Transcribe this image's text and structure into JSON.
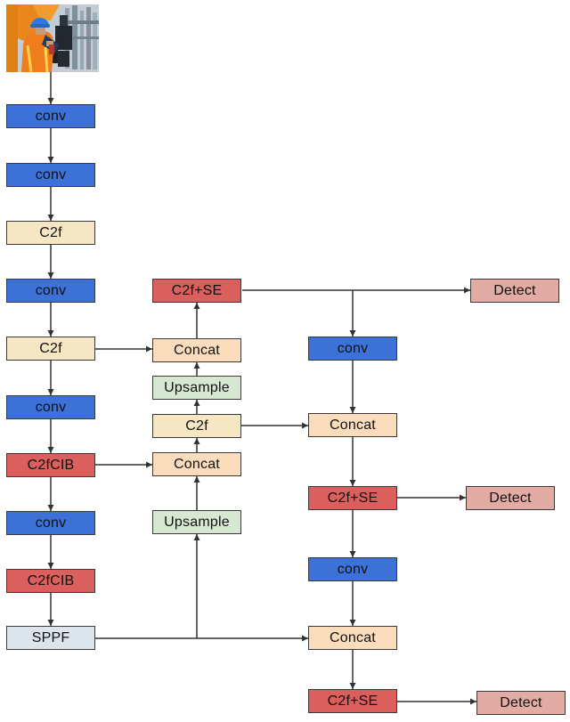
{
  "image": {
    "name": "construction-worker-photo"
  },
  "colors": {
    "conv": "#3c71d8",
    "c2f": "#f5e7c3",
    "c2fcib": "#db5f5c",
    "c2fse": "#db5f5c",
    "concat": "#fbddbe",
    "upsample": "#d7e8d2",
    "sppf": "#dce4ec",
    "detect": "#e2aba4",
    "arrow": "#333333"
  },
  "nodes": {
    "b1": {
      "label": "conv"
    },
    "b2": {
      "label": "conv"
    },
    "b3": {
      "label": "C2f"
    },
    "b4": {
      "label": "conv"
    },
    "b5": {
      "label": "C2f"
    },
    "b6": {
      "label": "conv"
    },
    "b7": {
      "label": "C2fCIB"
    },
    "b8": {
      "label": "conv"
    },
    "b9": {
      "label": "C2fCIB"
    },
    "b10": {
      "label": "SPPF"
    },
    "n1": {
      "label": "C2f+SE"
    },
    "n2": {
      "label": "Concat"
    },
    "n3": {
      "label": "Upsample"
    },
    "n4": {
      "label": "C2f"
    },
    "n5": {
      "label": "Concat"
    },
    "n6": {
      "label": "Upsample"
    },
    "h1": {
      "label": "conv"
    },
    "h2": {
      "label": "Concat"
    },
    "h3": {
      "label": "C2f+SE"
    },
    "h4": {
      "label": "conv"
    },
    "h5": {
      "label": "Concat"
    },
    "h6": {
      "label": "C2f+SE"
    },
    "d1": {
      "label": "Detect"
    },
    "d2": {
      "label": "Detect"
    },
    "d3": {
      "label": "Detect"
    }
  }
}
